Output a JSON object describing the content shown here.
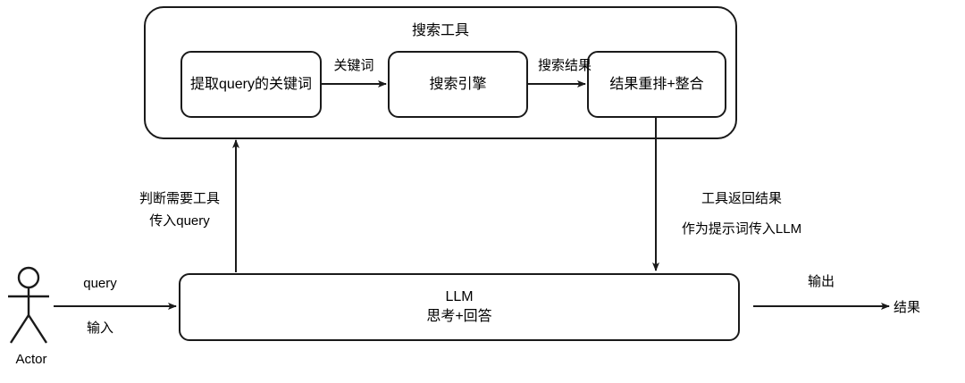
{
  "diagram": {
    "title": "搜索工具",
    "container": {
      "label": "搜索工具"
    },
    "nodes": [
      {
        "id": "extract-keywords",
        "label": "提取query的关键词"
      },
      {
        "id": "search-engine",
        "label": "搜索引擎"
      },
      {
        "id": "rerank-merge",
        "label": "结果重排+整合"
      },
      {
        "id": "llm",
        "label_line1": "LLM",
        "label_line2": "思考+回答"
      }
    ],
    "edges": [
      {
        "id": "keywords",
        "label": "关键词"
      },
      {
        "id": "search-results",
        "label": "搜索结果"
      },
      {
        "id": "tool-invoke",
        "label_line1": "判断需要工具",
        "label_line2": "传入query"
      },
      {
        "id": "tool-return",
        "label_line1": "工具返回结果",
        "label_line2": "作为提示词传入LLM"
      },
      {
        "id": "user-input",
        "label_above": "query",
        "label_below": "输入"
      },
      {
        "id": "output",
        "label": "输出"
      }
    ],
    "actor": {
      "caption": "Actor"
    },
    "terminal": {
      "label": "结果"
    },
    "colors": {
      "stroke": "#1a1a1a",
      "text": "#000000",
      "background": "#ffffff"
    }
  }
}
